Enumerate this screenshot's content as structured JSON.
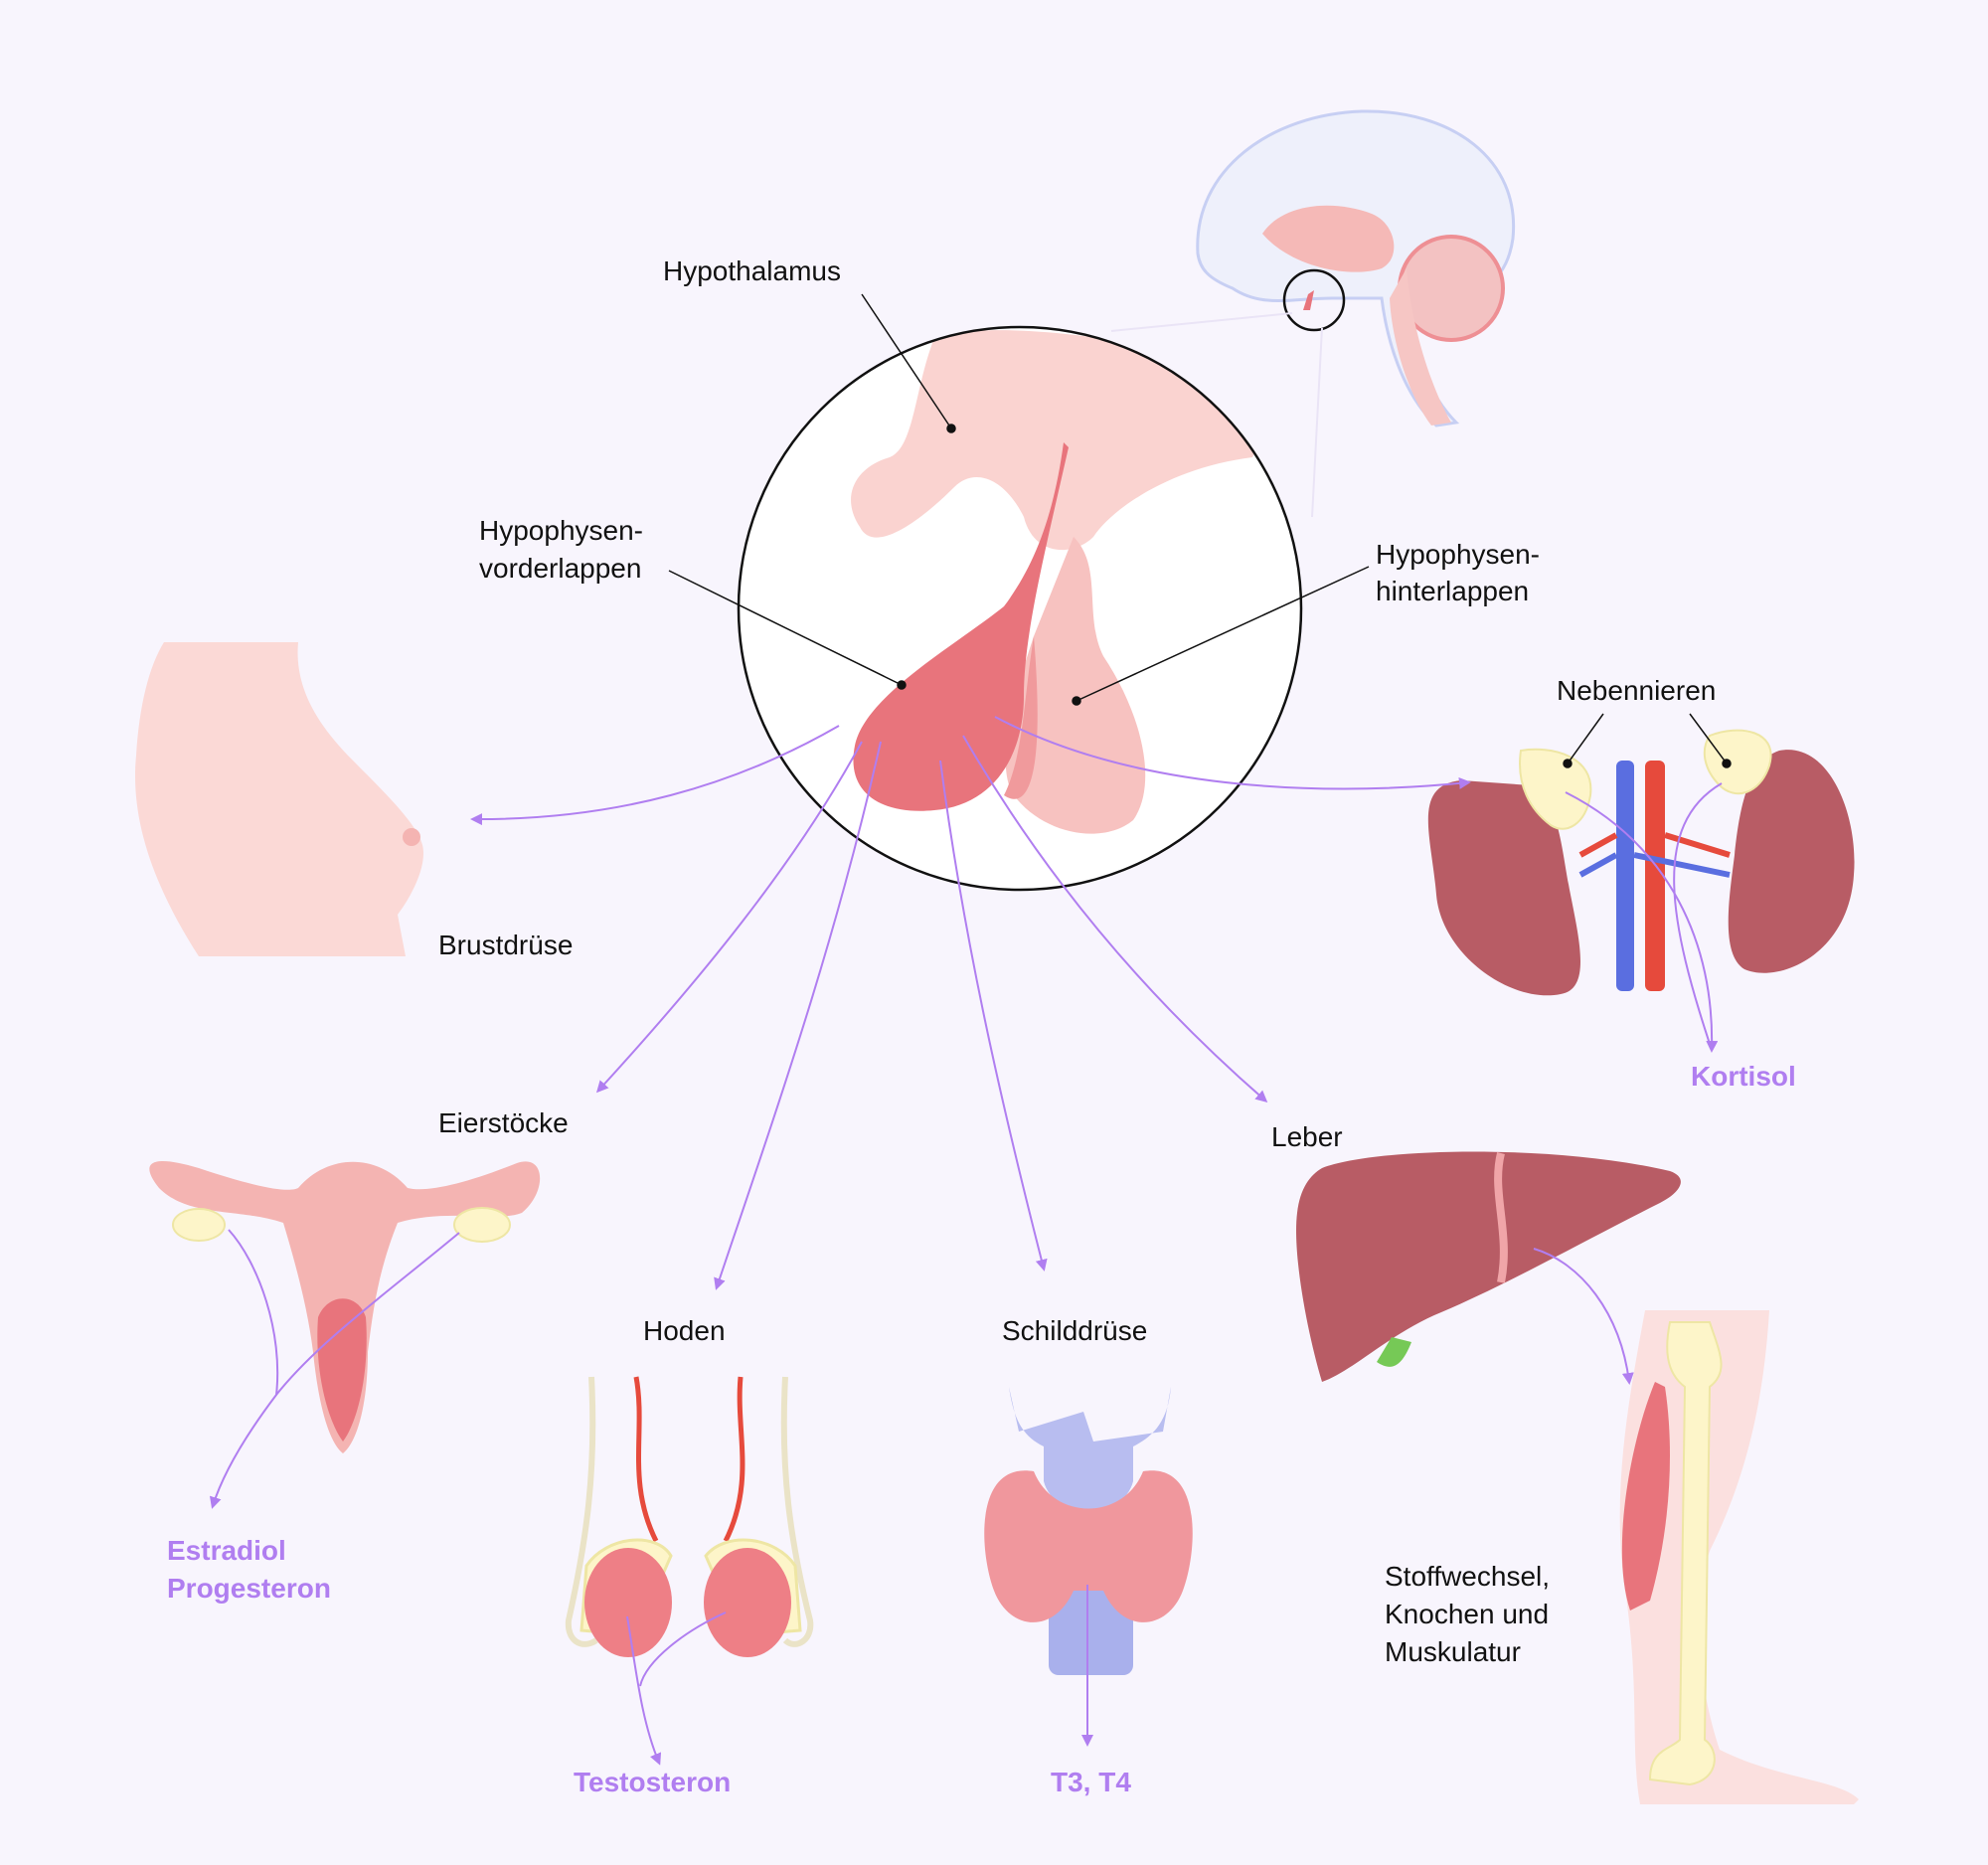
{
  "colors": {
    "background": "#f8f5fd",
    "hormone": "#b07ef0",
    "arrow": "#b07ef0",
    "gland": "#e8747c",
    "tissue": "#f7c7c4",
    "organ": "#b85c65"
  },
  "labels": {
    "hypothalamus": "Hypothalamus",
    "vorderlappen_1": "Hypophysen-",
    "vorderlappen_2": "vorderlappen",
    "hinterlappen_1": "Hypophysen-",
    "hinterlappen_2": "hinterlappen",
    "nebennieren": "Nebennieren",
    "brustdruese": "Brustdrüse",
    "eierstoecke": "Eierstöcke",
    "leber": "Leber",
    "hoden": "Hoden",
    "schilddruese": "Schilddrüse",
    "stoffwechsel_1": "Stoffwechsel,",
    "stoffwechsel_2": "Knochen und",
    "stoffwechsel_3": "Muskulatur"
  },
  "hormones": {
    "kortisol": "Kortisol",
    "estradiol": "Estradiol",
    "progesteron": "Progesteron",
    "testosteron": "Testosteron",
    "t3t4": "T3, T4"
  },
  "icons": [
    "brain",
    "pituitary-gland",
    "breast",
    "adrenal-kidneys",
    "ovaries-uterus",
    "testes",
    "thyroid",
    "liver",
    "leg"
  ]
}
